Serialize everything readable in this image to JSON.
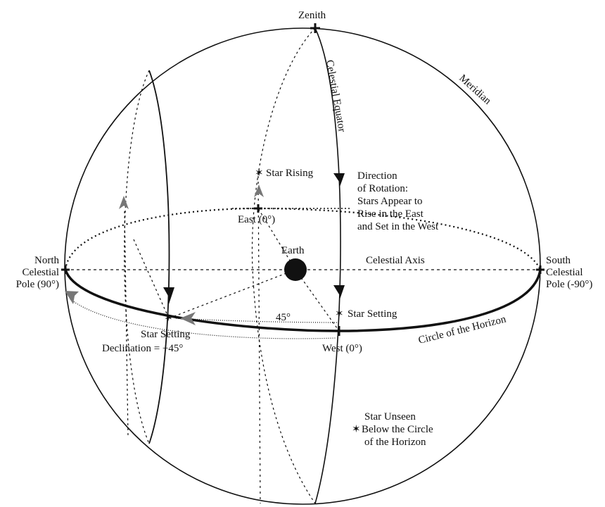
{
  "labels": {
    "zenith": "Zenith",
    "meridian": "Meridian",
    "celestial_equator": "Celestial Equator",
    "star_rising": "Star Rising",
    "direction": [
      "Direction",
      "of Rotation:",
      "Stars Appear to",
      "Rise in the East",
      "and Set in the West"
    ],
    "east": "East (0°)",
    "earth": "Earth",
    "celestial_axis": "Celestial Axis",
    "north_pole": [
      "North",
      "Celestial",
      "Pole (90°)"
    ],
    "south_pole": [
      "South",
      "Celestial",
      "Pole (-90°)"
    ],
    "angle": "45°",
    "star_setting_right": "Star Setting",
    "star_setting_left": "Star Setting",
    "declination": "Declination = +45°",
    "west": "West (0°)",
    "horizon": "Circle of the Horizon",
    "star_unseen": [
      "Star Unseen",
      "Below the Circle",
      "of the Horizon"
    ]
  },
  "colors": {
    "ink": "#111111",
    "arrow_grey": "#777777"
  }
}
